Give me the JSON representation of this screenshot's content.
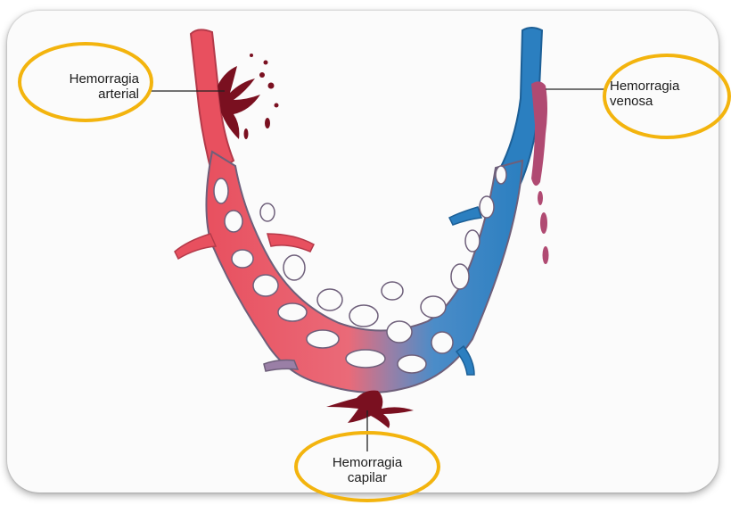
{
  "labels": {
    "arterial": {
      "line1": "Hemorragia",
      "line2": "arterial"
    },
    "venous": {
      "line1": "Hemorragia",
      "line2": "venosa"
    },
    "capillary": {
      "line1": "Hemorragia",
      "line2": "capilar"
    }
  },
  "colors": {
    "artery": "#e8505f",
    "vein": "#2b7fc0",
    "mixed": "#9a7fa6",
    "blood": "#7a1020",
    "venous_blood": "#b04a72",
    "highlight_ring": "#f3b40e",
    "background": "#fbfbfb"
  }
}
